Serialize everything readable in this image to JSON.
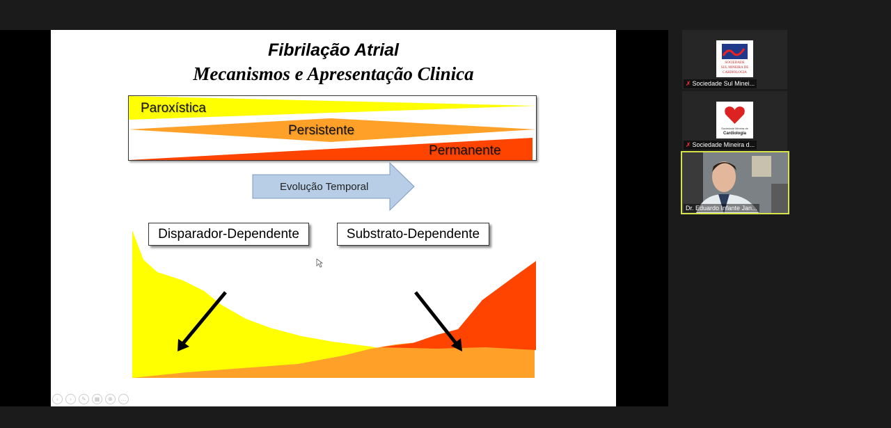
{
  "slide": {
    "title": "Fibrilação Atrial",
    "subtitle": "Mecanismos e Apresentação Clinica",
    "types": {
      "paroxistica": "Paroxística",
      "persistente": "Persistente",
      "permanente": "Permanente"
    },
    "arrow_label": "Evolução Temporal",
    "trigger_label": "Disparador-Dependente",
    "substrate_label": "Substrato-Dependente"
  },
  "participants": [
    {
      "name": "Sociedade Sul Minei...",
      "logo_text": [
        "SOCIEDADE",
        "SUL MINEIRA DE",
        "CARDIOLOGIA"
      ],
      "muted": true
    },
    {
      "name": "Sociedade Mineira d...",
      "logo_text": [
        "Sociedade Mineira de",
        "Cardiologia"
      ],
      "muted": true
    },
    {
      "name": "Dr. Eduardo Infante Jan...",
      "muted": false
    }
  ],
  "colors": {
    "yellow": "#ffff00",
    "orange": "#ffa028",
    "red": "#ff4400",
    "arrow": "#b8cde6",
    "active_speaker": "#d6e34a"
  }
}
